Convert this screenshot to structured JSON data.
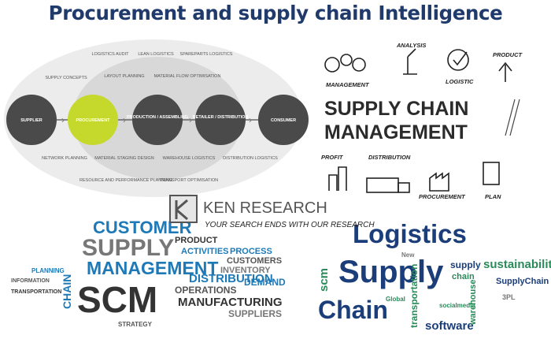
{
  "title": "Procurement and supply chain Intelligence",
  "flow": {
    "nodes": [
      "SUPPLIER",
      "PROCUREMENT",
      "PRODUCTION / ASSEMBLING",
      "RETAILER / DISTRIBUTION",
      "CONSUMER"
    ],
    "labels": {
      "logistics_audit": "LOGISTICS AUDIT",
      "lean_logistics": "LEAN LOGISTICS",
      "spareparts_logistics": "SPAREPARTS LOGISTICS",
      "supply_concepts": "SUPPLY CONCEPTS",
      "layout_planning": "LAYOUT PLANNING",
      "material_flow_optimisation": "MATERIAL FLOW OPTIMISATION",
      "network_planning": "NETWORK PLANNING",
      "material_staging_design": "MATERIAL STAGING DESIGN",
      "warehouse_logistics": "WAREHOUSE LOGISTICS",
      "distribution_logistics": "DISTRIBUTION LOGISTICS",
      "resource_performance_planning": "RESOURCE AND PERFORMANCE PLANNING",
      "transport_optimisation": "TRANSPORT OPTIMISATION"
    },
    "colors": {
      "highlight": "#c5d92d",
      "node": "#4a4a4a",
      "halo": "#e5e5e5"
    }
  },
  "scm_sketch": {
    "title_line1": "SUPPLY CHAIN",
    "title_line2": "MANAGEMENT",
    "top_labels": [
      "MANAGEMENT",
      "ANALYSIS",
      "LOGISTIC",
      "PRODUCT"
    ],
    "bottom_labels": [
      "PROFIT",
      "DISTRIBUTION",
      "PROCUREMENT",
      "PLAN"
    ]
  },
  "watermark": {
    "brand": "KEN RESEARCH",
    "tagline": "YOUR SEARCH ENDS WITH OUR RESEARCH"
  },
  "cloud_left": {
    "words": [
      "CUSTOMER",
      "SUPPLY",
      "MANAGEMENT",
      "CHAIN",
      "SCM",
      "DISTRIBUTION",
      "PRODUCT",
      "ACTIVITIES",
      "PROCESS",
      "CUSTOMERS",
      "INVENTORY",
      "OPERATIONS",
      "MANUFACTURING",
      "SUPPLIERS",
      "DEMAND",
      "TRANSPORTATION",
      "INFORMATION",
      "PLANNING",
      "STRATEGY"
    ]
  },
  "cloud_right": {
    "words": [
      "Logistics",
      "Supply",
      "Chain",
      "scm",
      "sustainability",
      "SupplyChain",
      "software",
      "transportation",
      "warehouse",
      "supply",
      "Global",
      "New",
      "chain",
      "socialmedia",
      "3PL"
    ]
  }
}
